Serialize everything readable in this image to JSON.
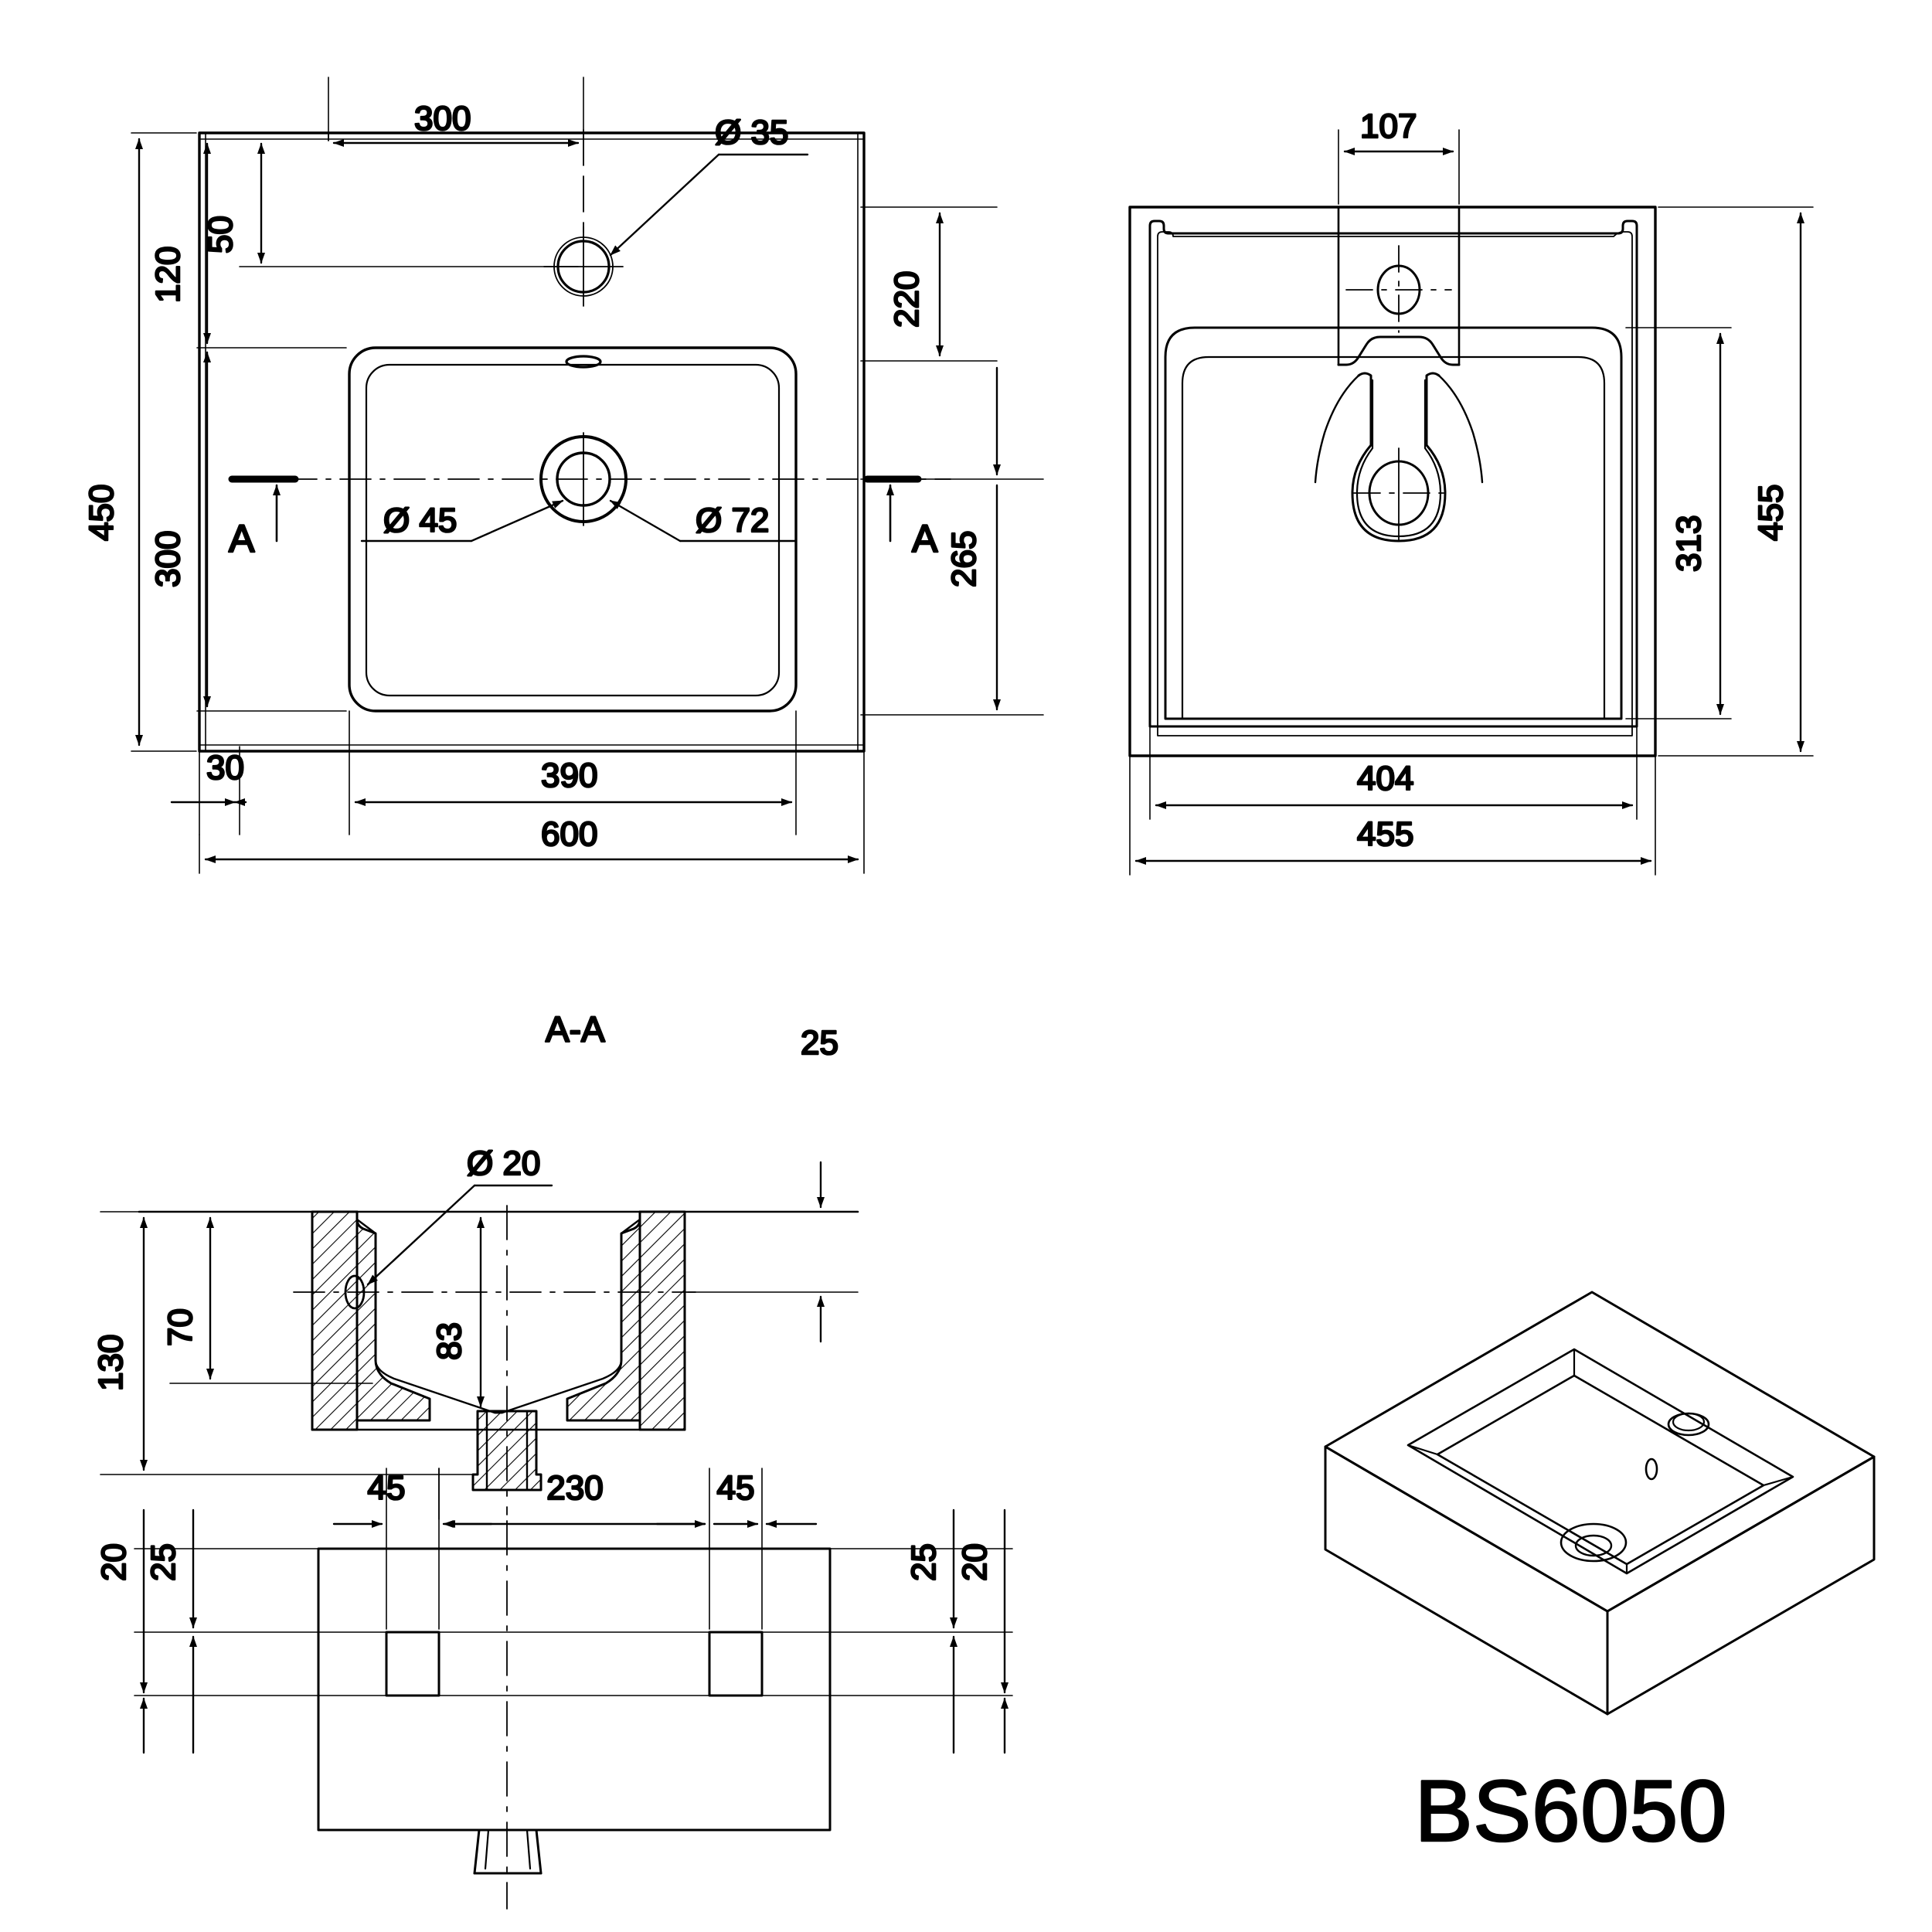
{
  "drawing": {
    "part_number": "BS6050",
    "section_label": "A-A",
    "section_marks": {
      "left": "A",
      "right": "A"
    },
    "units": "mm",
    "background_color": "#ffffff",
    "line_color": "#000000"
  },
  "views": {
    "top_view": {
      "name": "top-view",
      "dimensions": {
        "tap_hole_from_left": "300",
        "tap_hole_from_back": "50",
        "basin_from_back": "120",
        "overall_depth": "450",
        "bowl_depth": "300",
        "waste_from_back": "220",
        "bowl_front_from_back": "265",
        "rim_left": "30",
        "bowl_width": "390",
        "overall_width": "600"
      },
      "callouts": {
        "tap_hole_dia": "Ø 35",
        "waste_inner_dia": "Ø 45",
        "waste_outer_dia": "Ø 72"
      }
    },
    "front_view": {
      "name": "front-view",
      "dimensions": {
        "tap_hole_width": "107",
        "bowl_height": "313",
        "overall_height": "455",
        "bowl_width": "404",
        "overall_width": "455"
      }
    },
    "section_view": {
      "name": "section-a-a-view",
      "title": "A-A",
      "dimensions": {
        "bowl_depth_inner": "70",
        "overall_height": "130",
        "overflow_from_rim": "83",
        "rim_thickness": "25"
      },
      "callouts": {
        "overflow_dia": "Ø 20"
      }
    },
    "bottom_view": {
      "name": "bottom-view",
      "dimensions": {
        "left_slot_width": "45",
        "centre_span": "230",
        "right_slot_width": "45",
        "left_outer_offset": "20",
        "left_inner_offset": "25",
        "right_inner_offset": "25",
        "right_outer_offset": "20"
      }
    },
    "iso_view": {
      "name": "isometric-view",
      "label": "BS6050"
    }
  }
}
